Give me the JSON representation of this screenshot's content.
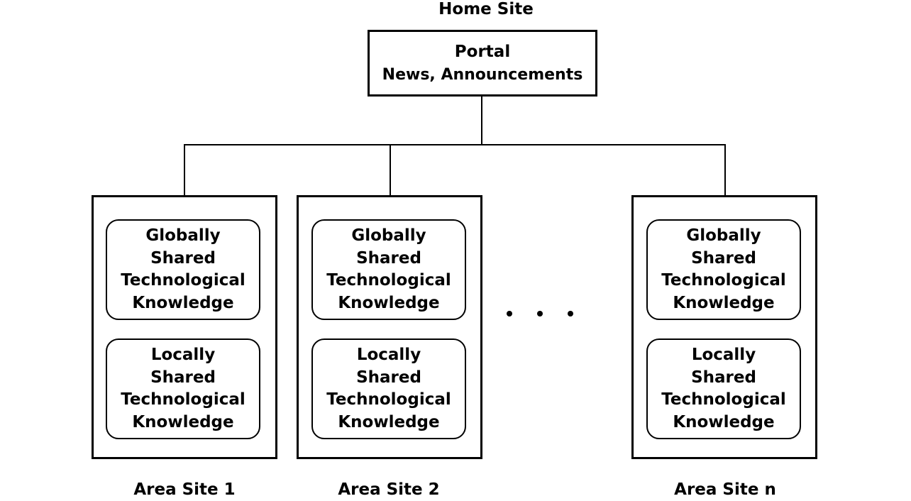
{
  "home_site": {
    "title": "Home Site"
  },
  "portal": {
    "title": "Portal",
    "subtitle": "News, Announcements"
  },
  "area_sites": [
    {
      "label": "Area Site 1",
      "global_knowledge": "Globally\nShared\nTechnological\nKnowledge",
      "local_knowledge": "Locally\nShared\nTechnological\nKnowledge"
    },
    {
      "label": "Area Site 2",
      "global_knowledge": "Globally\nShared\nTechnological\nKnowledge",
      "local_knowledge": "Locally\nShared\nTechnological\nKnowledge"
    },
    {
      "label": "Area Site n",
      "global_knowledge": "Globally\nShared\nTechnological\nKnowledge",
      "local_knowledge": "Locally\nShared\nTechnological\nKnowledge"
    }
  ],
  "ellipsis_glyph": "dots",
  "colors": {
    "stroke": "#000000",
    "background": "#ffffff"
  }
}
